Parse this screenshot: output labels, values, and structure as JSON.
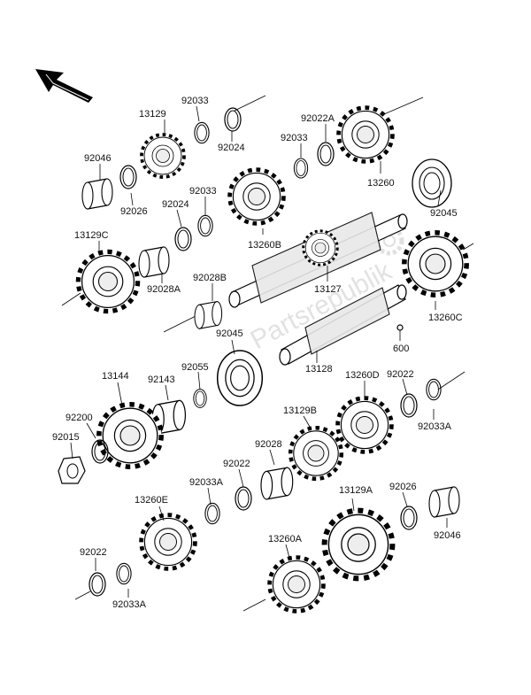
{
  "diagram": {
    "labels": {
      "p92046a": "92046",
      "p13129": "13129",
      "p92033a": "92033",
      "p92024a": "92024",
      "p92026a": "92026",
      "p92024b": "92024",
      "p92033b": "92033",
      "p92022A": "92022A",
      "p92033c": "92033",
      "p13260": "13260",
      "p92045a": "92045",
      "p13129C": "13129C",
      "p92028A": "92028A",
      "p13260B": "13260B",
      "p13127": "13127",
      "p92028B": "92028B",
      "p13260C": "13260C",
      "p600": "600",
      "p92045b": "92045",
      "p13128": "13128",
      "p13144": "13144",
      "p92143": "92143",
      "p92055": "92055",
      "p13260D": "13260D",
      "p92022a": "92022",
      "p92033A": "92033A",
      "p92200": "92200",
      "p92015": "92015",
      "p13129B": "13129B",
      "p92028": "92028",
      "p92022b": "92022",
      "p92033Ab": "92033A",
      "p13260E": "13260E",
      "p92026b": "92026",
      "p13129A": "13129A",
      "p92046b": "92046",
      "p13260A": "13260A",
      "p92022c": "92022",
      "p92033Ac": "92033A"
    },
    "watermark": "Partsrepublik",
    "icons": {
      "direction": "arrow-front-icon",
      "watermark": "gear-watermark-icon"
    }
  }
}
